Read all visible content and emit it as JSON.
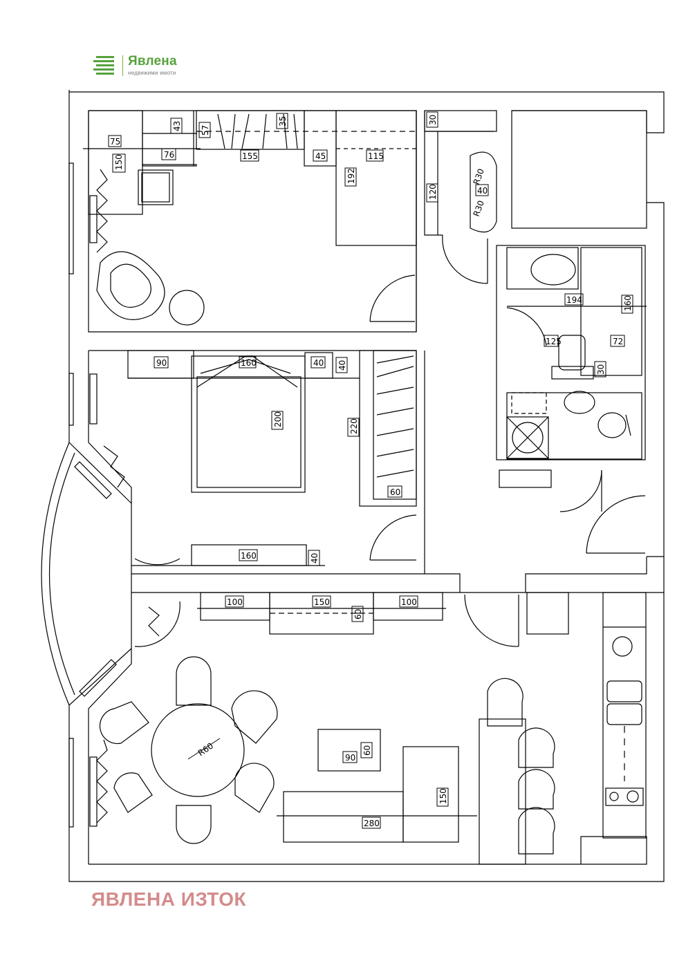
{
  "brand": {
    "name": "Явлена",
    "tagline": "недвижими имоти",
    "color": "#56a13b"
  },
  "footer": {
    "text": "ЯВЛЕНА ИЗТОК",
    "color": "#d48b8b"
  },
  "plan": {
    "dimensions": {
      "d75": "75",
      "d150a": "150",
      "d76": "76",
      "d43": "43",
      "d57": "57",
      "d35": "35",
      "d155": "155",
      "d45": "45",
      "d115": "115",
      "d192": "192",
      "d30a": "30",
      "d120": "120",
      "r30a": "R30",
      "d40a": "40",
      "r30b": "R30",
      "d194": "194",
      "d160a": "160",
      "d125": "125",
      "d72": "72",
      "d30b": "30",
      "d90a": "90",
      "d160b": "160",
      "d40b": "40",
      "d40c": "40",
      "d200": "200",
      "d220": "220",
      "d60a": "60",
      "d160c": "160",
      "d40d": "40",
      "d100a": "100",
      "d150b": "150",
      "d60b": "60",
      "d100b": "100",
      "r60": "R60",
      "d90b": "90",
      "d60c": "60",
      "d150c": "150",
      "d280": "280"
    }
  }
}
